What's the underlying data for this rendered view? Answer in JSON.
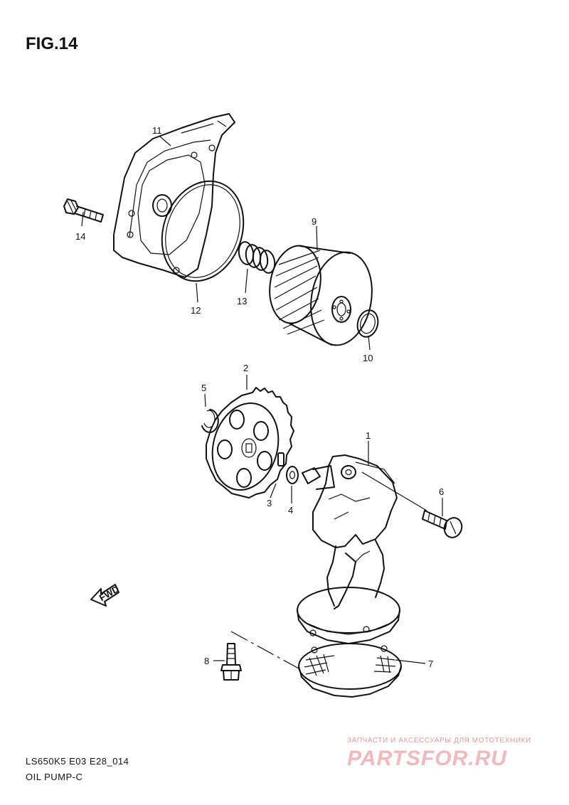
{
  "figure": {
    "title": "FIG.14",
    "model_code": "LS650K5 E03 E28_014",
    "diagram_name": "OIL PUMP-C"
  },
  "callouts": {
    "c1": "1",
    "c2": "2",
    "c3": "3",
    "c4": "4",
    "c5": "5",
    "c6": "6",
    "c7": "7",
    "c8": "8",
    "c9": "9",
    "c10": "10",
    "c11": "11",
    "c12": "12",
    "c13": "13",
    "c14": "14"
  },
  "direction_marker": "FWD",
  "watermark": {
    "tagline": "ЗАПЧАСТИ И АКСЕССУАРЫ ДЛЯ МОТОТЕХНИКИ",
    "brand": "PARTSFOR.RU"
  },
  "colors": {
    "line": "#111111",
    "background": "#ffffff",
    "watermark": "#f2b8bb"
  }
}
